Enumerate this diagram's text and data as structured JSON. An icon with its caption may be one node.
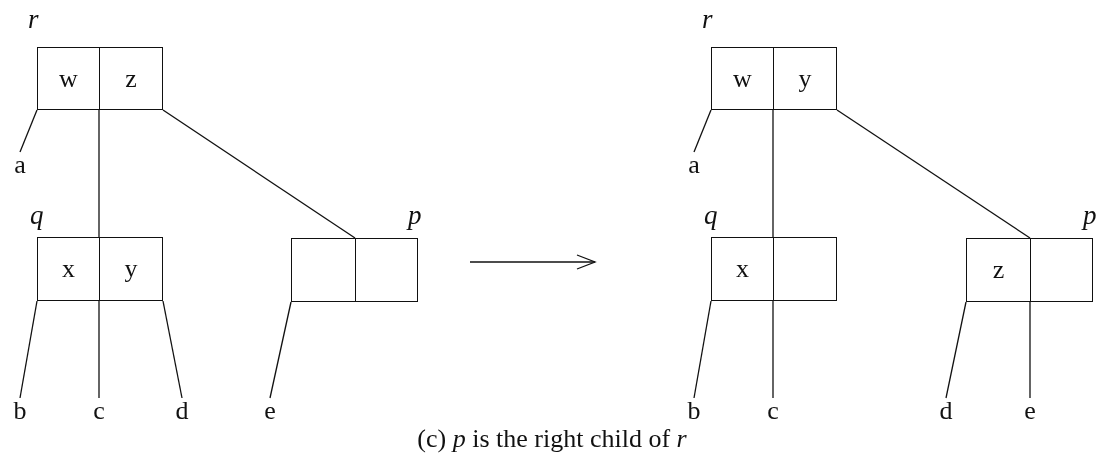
{
  "diagram": {
    "caption": "(c) *p* is the right child of *r*",
    "nodes": [
      {
        "text": [
          "r"
        ]
      },
      {
        "text": [
          "w"
        ],
        "in": 0
      },
      {
        "text": [
          "z"
        ],
        "in": 0
      },
      {
        "text": [
          "a"
        ]
      },
      {
        "text": [
          "q"
        ]
      },
      {
        "text": [
          "x"
        ],
        "in": 4
      },
      {
        "text": [
          "y"
        ],
        "in": 4
      },
      {
        "text": [
          "p"
        ]
      },
      {
        "text": [],
        "shape": "box",
        "in": 7
      },
      {
        "text": [],
        "shape": "box",
        "in": 7
      },
      {
        "text": [
          "b"
        ]
      },
      {
        "text": [
          "c"
        ]
      },
      {
        "text": [
          "d"
        ]
      },
      {
        "text": [
          "e"
        ]
      },
      {
        "text": [
          "r"
        ]
      },
      {
        "text": [
          "w"
        ],
        "in": 14
      },
      {
        "text": [
          "y"
        ],
        "in": 14
      },
      {
        "text": [
          "a"
        ]
      },
      {
        "text": [
          "q"
        ]
      },
      {
        "text": [
          "x"
        ],
        "in": 18
      },
      {
        "text": [],
        "shape": "box",
        "in": 18
      },
      {
        "text": [
          "p"
        ]
      },
      {
        "text": [
          "z"
        ],
        "in": 21
      },
      {
        "text": [],
        "shape": "box",
        "in": 21
      },
      {
        "text": [
          "b"
        ]
      },
      {
        "text": [
          "c"
        ]
      },
      {
        "text": [
          "d"
        ]
      },
      {
        "text": [
          "e"
        ]
      }
    ],
    "edges": [
      {
        "from": 0,
        "to": 3,
        "arrow": "none"
      },
      {
        "from": 0,
        "to": 4,
        "arrow": "none"
      },
      {
        "from": 4,
        "to": 11,
        "arrow": "none"
      },
      {
        "from": 0,
        "to": 7,
        "arrow": "none"
      },
      {
        "from": 4,
        "to": 10,
        "arrow": "none"
      },
      {
        "from": 4,
        "to": 12,
        "arrow": "none"
      },
      {
        "from": 7,
        "to": 13,
        "arrow": "none"
      },
      {
        "from": 14,
        "to": 17,
        "arrow": "none"
      },
      {
        "from": 14,
        "to": 18,
        "arrow": "none"
      },
      {
        "from": 18,
        "to": 25,
        "arrow": "none"
      },
      {
        "from": 14,
        "to": 21,
        "arrow": "none"
      },
      {
        "from": 18,
        "to": 24,
        "arrow": "none"
      },
      {
        "from": 21,
        "to": 26,
        "arrow": "none"
      },
      {
        "from": 21,
        "to": 27,
        "arrow": "none"
      }
    ]
  }
}
